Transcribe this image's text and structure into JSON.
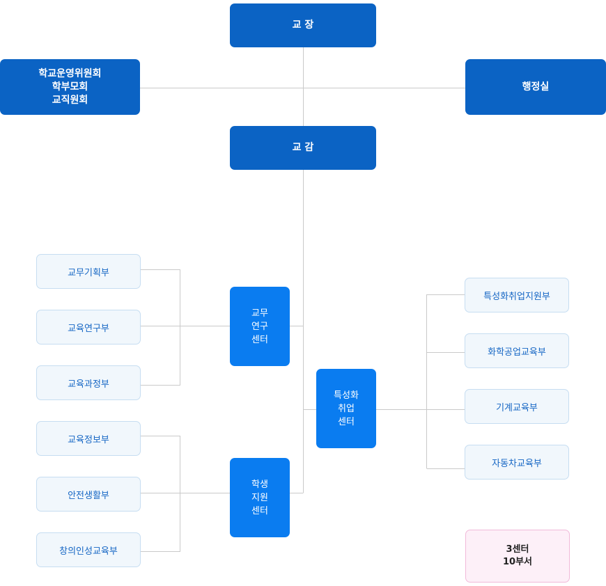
{
  "org": {
    "principal": "교 장",
    "committees": "학교운영위원회\n학부모회\n교직원회",
    "admin_office": "행정실",
    "vice_principal": "교 감",
    "centers": {
      "academic": "교무\n연구\n센터",
      "student": "학생\n지원\n센터",
      "career": "특성화\n취업\n센터"
    },
    "academic_depts": [
      "교무기획부",
      "교육연구부",
      "교육과정부"
    ],
    "student_depts": [
      "교육정보부",
      "안전생활부",
      "창의인성교육부"
    ],
    "career_depts": [
      "특성화취업지원부",
      "화학공업교육부",
      "기계교육부",
      "자동차교육부"
    ],
    "summary": "3센터\n10부서"
  }
}
